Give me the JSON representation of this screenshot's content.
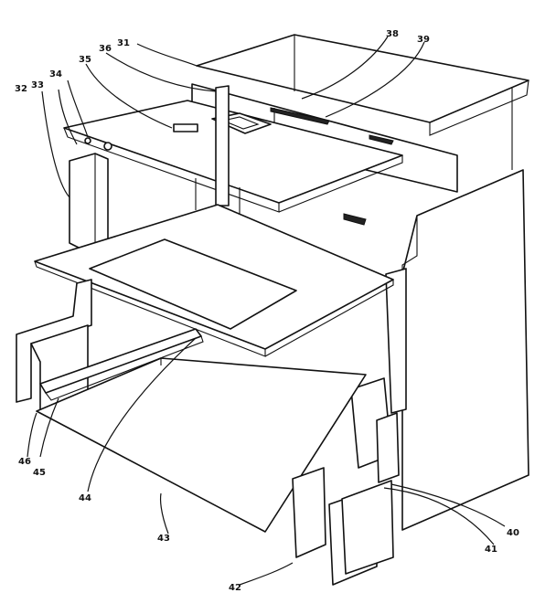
{
  "figure": {
    "labels": [
      {
        "id": "label-31",
        "text": "31"
      },
      {
        "id": "label-32",
        "text": "32"
      },
      {
        "id": "label-33",
        "text": "33"
      },
      {
        "id": "label-34",
        "text": "34"
      },
      {
        "id": "label-35",
        "text": "35"
      },
      {
        "id": "label-36",
        "text": "36"
      },
      {
        "id": "label-38",
        "text": "38"
      },
      {
        "id": "label-39",
        "text": "39"
      },
      {
        "id": "label-40",
        "text": "40"
      },
      {
        "id": "label-41",
        "text": "41"
      },
      {
        "id": "label-42",
        "text": "42"
      },
      {
        "id": "label-43",
        "text": "43"
      },
      {
        "id": "label-44",
        "text": "44"
      },
      {
        "id": "label-45",
        "text": "45"
      },
      {
        "id": "label-46",
        "text": "46"
      }
    ]
  }
}
